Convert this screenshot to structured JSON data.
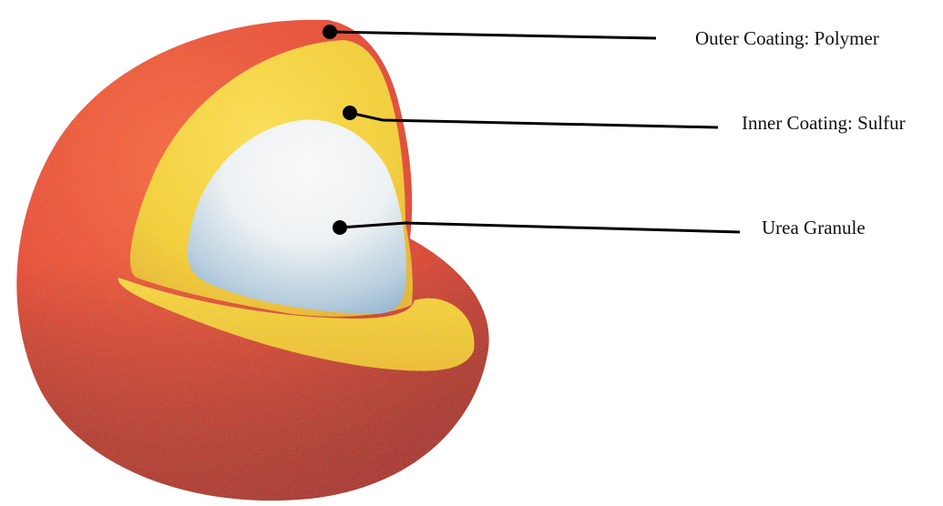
{
  "diagram": {
    "labels": {
      "outer": "Outer Coating: Polymer",
      "inner": "Inner Coating: Sulfur",
      "core": "Urea Granule"
    }
  },
  "colors": {
    "outer_coating": "#e8401c",
    "inner_coating": "#f6d21a",
    "granule": "#d6e6f0",
    "leader": "#000000"
  }
}
